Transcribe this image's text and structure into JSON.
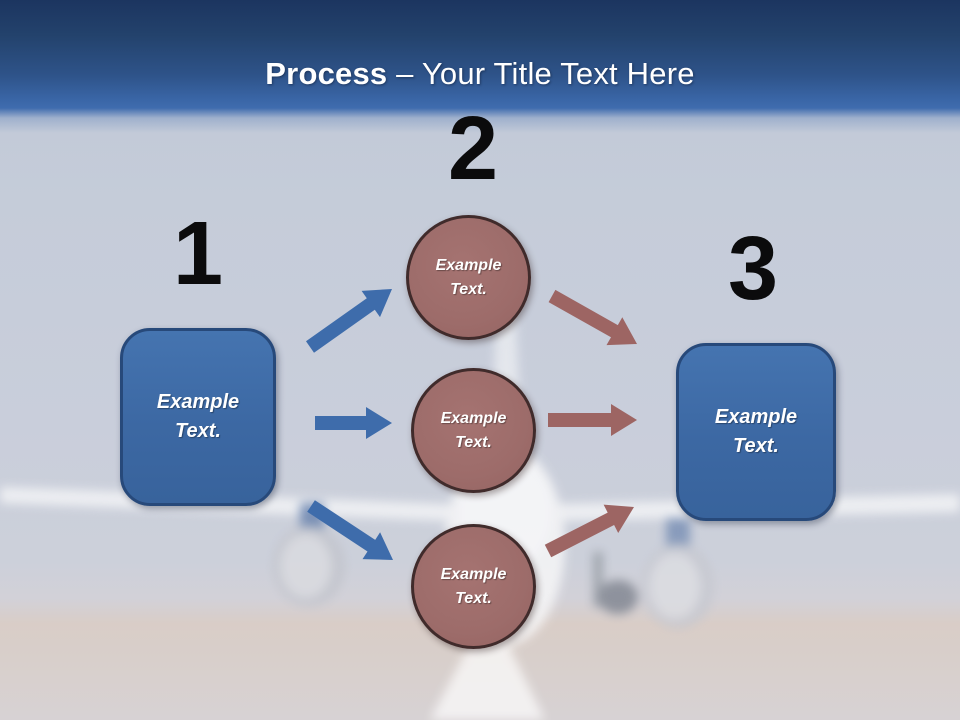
{
  "slide": {
    "title": {
      "bold": "Process",
      "rest": "– Your Title Text Here"
    },
    "background_photo": "airplane-on-runway"
  },
  "diagram": {
    "steps": [
      {
        "number": "1",
        "label": "Example Text."
      },
      {
        "number": "2"
      },
      {
        "number": "3",
        "label": "Example Text."
      }
    ],
    "circles": [
      {
        "label": "Example Text."
      },
      {
        "label": "Example Text."
      },
      {
        "label": "Example Text."
      }
    ],
    "arrows": [
      {
        "name": "blue-arrow-up-right"
      },
      {
        "name": "blue-arrow-right"
      },
      {
        "name": "blue-arrow-down-right"
      },
      {
        "name": "maroon-arrow-down-right"
      },
      {
        "name": "maroon-arrow-right"
      },
      {
        "name": "maroon-arrow-up-right"
      }
    ]
  },
  "colors": {
    "header_gradient_top": "#1c3560",
    "header_gradient_bottom": "#3f6cae",
    "sky": "#c6cdd9",
    "runway": "#d9cdc7",
    "box_fill": "#3c6ba5",
    "box_border": "#27497a",
    "circle_fill": "#9d6c6a",
    "circle_border": "#402b2b",
    "arrow_blue": "#3e6cab",
    "arrow_maroon": "#9d6563",
    "number_color": "#0b0b0c",
    "title_color": "#ffffff",
    "shape_text_color": "#ffffff"
  }
}
